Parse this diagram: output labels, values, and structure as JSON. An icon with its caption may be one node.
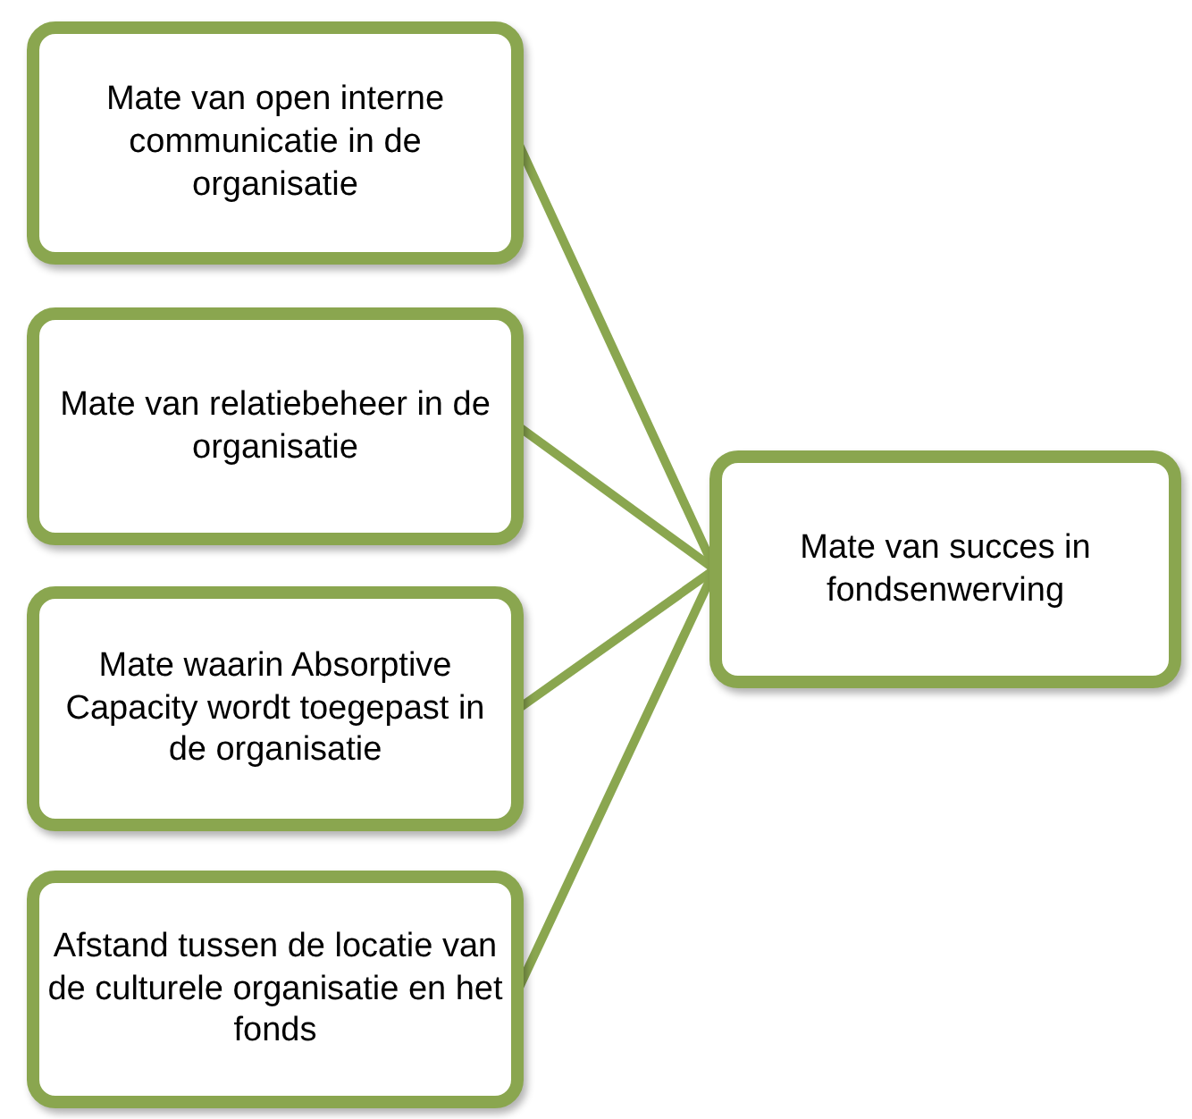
{
  "diagram": {
    "nodes": [
      {
        "text": [
          "Mate van open interne communicatie in de organisatie"
        ]
      },
      {
        "text": [
          "Mate van relatiebeheer in de organisatie"
        ]
      },
      {
        "text": [
          "Mate waarin Absorptive Capacity wordt toegepast in de organisatie"
        ]
      },
      {
        "text": [
          "Afstand tussen de locatie van de culturele organisatie en het fonds"
        ]
      },
      {
        "text": [
          "Mate van succes in fondsenwerving"
        ]
      }
    ],
    "edges": [
      {
        "from": 0,
        "to": 4,
        "arrow": "none"
      },
      {
        "from": 1,
        "to": 4,
        "arrow": "none"
      },
      {
        "from": 2,
        "to": 4,
        "arrow": "none"
      },
      {
        "from": 3,
        "to": 4,
        "arrow": "none"
      }
    ]
  }
}
